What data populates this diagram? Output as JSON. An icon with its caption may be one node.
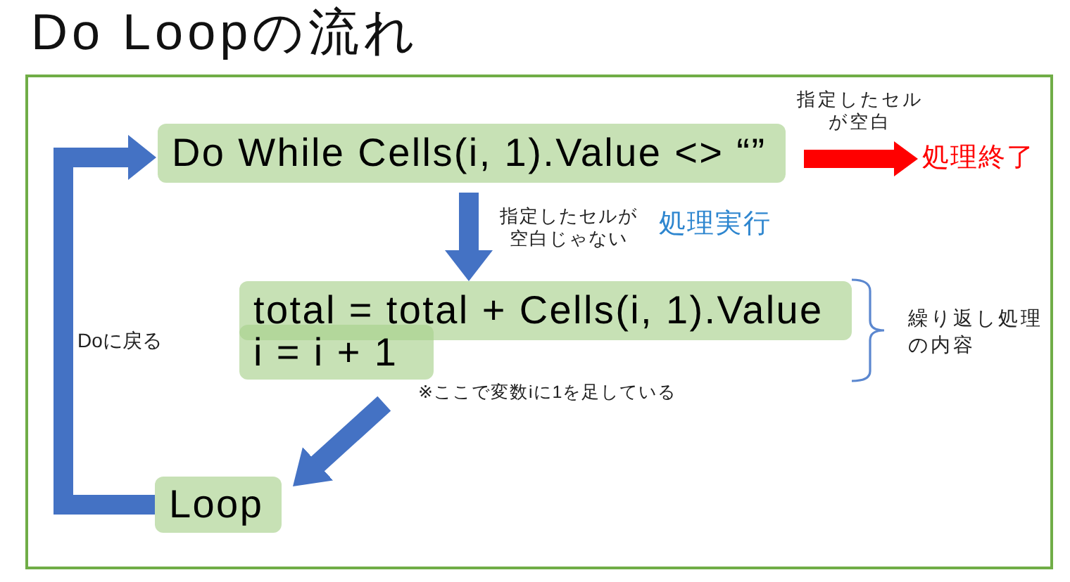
{
  "diagram": {
    "title": "Do Loopの流れ",
    "nodes": [
      {
        "text": [
          "Do While Cells(i, 1).Value <> “”"
        ]
      },
      {
        "text": [
          "total = total + Cells(i, 1).Value"
        ]
      },
      {
        "text": [
          "i = i + 1"
        ]
      },
      {
        "text": [
          "Loop"
        ]
      },
      {
        "text": [
          "処理終了"
        ]
      }
    ],
    "edges": [
      {
        "from": 0,
        "to": 1,
        "arrow": "to",
        "label": "指定したセルが空白じゃない"
      },
      {
        "from": 0,
        "to": 4,
        "arrow": "to",
        "label": "指定したセルが空白",
        "color": "#ff0000"
      },
      {
        "from": 2,
        "to": 3,
        "arrow": "to"
      },
      {
        "from": 3,
        "to": 0,
        "arrow": "to",
        "label": "Doに戻る"
      }
    ],
    "labels": [
      "処理実行",
      "繰り返し処理の内容",
      "※ここで変数iに1を足している"
    ]
  }
}
